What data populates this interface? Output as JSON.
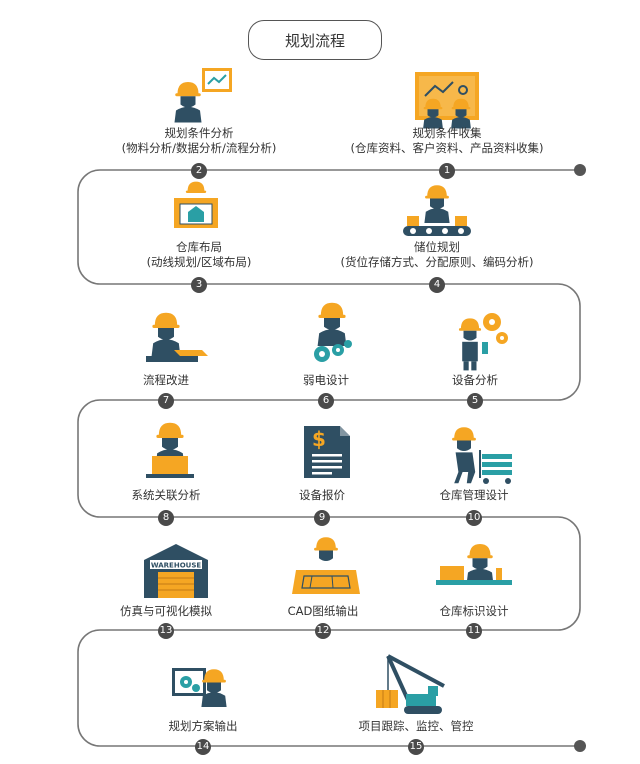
{
  "title": "规划流程",
  "steps": [
    {
      "num": "1",
      "title": "规划条件收集",
      "subtitle": "(仓库资料、客户资料、产品资料收集)",
      "icon": "board-meeting-icon"
    },
    {
      "num": "2",
      "title": "规划条件分析",
      "subtitle": "(物料分析/数据分析/流程分析)",
      "icon": "analysis-screen-icon"
    },
    {
      "num": "3",
      "title": "仓库布局",
      "subtitle": "(动线规划/区域布局)",
      "icon": "blueprint-icon"
    },
    {
      "num": "4",
      "title": "储位规划",
      "subtitle": "(货位存储方式、分配原则、编码分析)",
      "icon": "conveyor-icon"
    },
    {
      "num": "5",
      "title": "设备分析",
      "subtitle": "",
      "icon": "gears-worker-icon"
    },
    {
      "num": "6",
      "title": "弱电设计",
      "subtitle": "",
      "icon": "electrician-icon"
    },
    {
      "num": "7",
      "title": "流程改进",
      "subtitle": "",
      "icon": "drafting-icon"
    },
    {
      "num": "8",
      "title": "系统关联分析",
      "subtitle": "",
      "icon": "laptop-worker-icon"
    },
    {
      "num": "9",
      "title": "设备报价",
      "subtitle": "",
      "icon": "quote-document-icon"
    },
    {
      "num": "10",
      "title": "仓库管理设计",
      "subtitle": "",
      "icon": "pallet-cart-icon"
    },
    {
      "num": "11",
      "title": "仓库标识设计",
      "subtitle": "",
      "icon": "desk-worker-icon"
    },
    {
      "num": "12",
      "title": "CAD图纸输出",
      "subtitle": "",
      "icon": "cad-drawing-icon"
    },
    {
      "num": "13",
      "title": "仿真与可视化模拟",
      "subtitle": "",
      "icon": "warehouse-icon"
    },
    {
      "num": "14",
      "title": "规划方案输出",
      "subtitle": "",
      "icon": "presentation-icon"
    },
    {
      "num": "15",
      "title": "项目跟踪、监控、管控",
      "subtitle": "",
      "icon": "crane-icon"
    }
  ],
  "warehouse_sign": "WAREHOUSE",
  "colors": {
    "orange": "#f5a623",
    "dark": "#2f4f63",
    "teal": "#2a9fa5",
    "line": "#777777",
    "badge": "#4a4a4a"
  }
}
